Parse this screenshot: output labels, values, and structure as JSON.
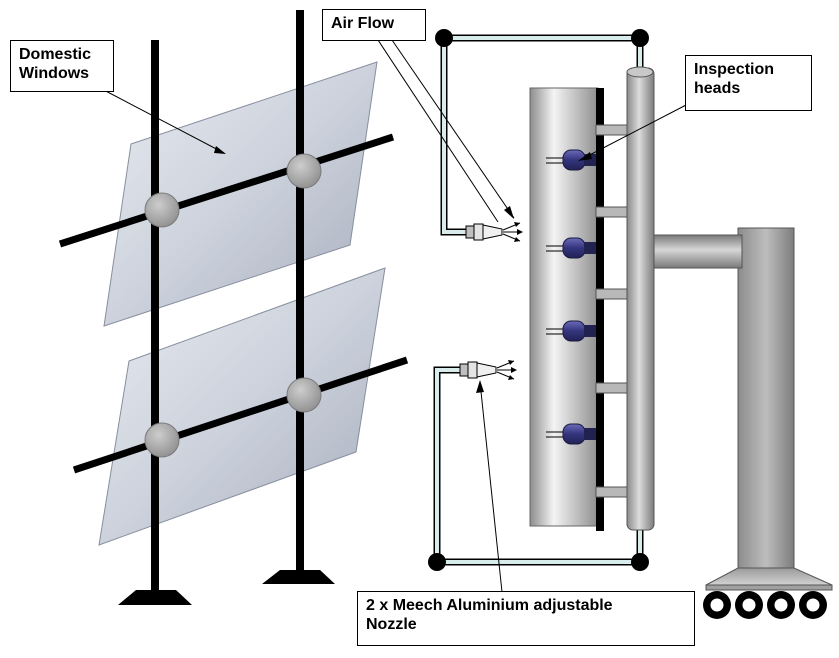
{
  "labels": {
    "domestic_windows": "Domestic\nWindows",
    "air_flow": "Air Flow",
    "inspection_heads": "Inspection\nheads",
    "nozzle": "2 x Meech Aluminium adjustable\nNozzle"
  },
  "colors": {
    "glass": "#c4cad6",
    "frame": "#000000",
    "hub": "#a9a9a9",
    "tube": "#d8ecec",
    "metal_dark": "#8a8a8a",
    "metal_light": "#f0f0f0",
    "head": "#3c3c8c",
    "background": "#ffffff"
  },
  "parts": {
    "window_count": 2,
    "inspection_head_count": 4,
    "nozzle_count": 2,
    "wheel_count": 4
  }
}
